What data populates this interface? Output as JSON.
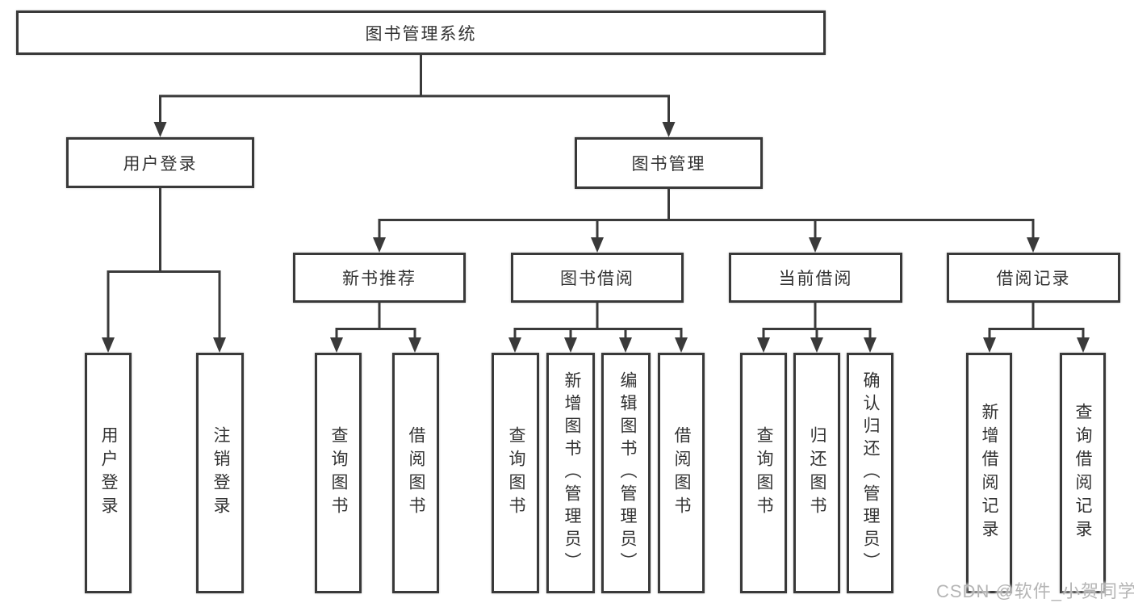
{
  "diagram": {
    "type": "hierarchy-tree",
    "orientation": "top-down"
  },
  "colors": {
    "line": "#3a3a3a",
    "box_border": "#393939",
    "box_fill": "#ffffff",
    "text": "#333333",
    "watermark": "#b5b5b5",
    "background": "#ffffff"
  },
  "tree": {
    "root": "图书管理系统",
    "branches": [
      {
        "label": "用户登录",
        "children": [
          "用户登录",
          "注销登录"
        ]
      },
      {
        "label": "图书管理",
        "sections": [
          {
            "label": "新书推荐",
            "children": [
              "查询图书",
              "借阅图书"
            ]
          },
          {
            "label": "图书借阅",
            "children": [
              "查询图书",
              "新增图书（管理员）",
              "编辑图书（管理员）",
              "借阅图书"
            ]
          },
          {
            "label": "当前借阅",
            "children": [
              "查询图书",
              "归还图书",
              "确认归还（管理员）"
            ]
          },
          {
            "label": "借阅记录",
            "children": [
              "新增借阅记录",
              "查询借阅记录"
            ]
          }
        ]
      }
    ]
  },
  "watermark": {
    "text": "CSDN @软件_小贺同学"
  }
}
